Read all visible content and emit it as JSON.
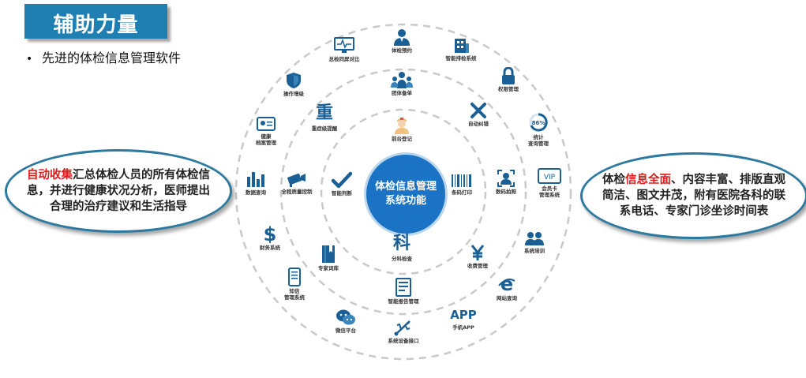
{
  "title": "辅助力量",
  "bullet": "先进的体检信息管理软件",
  "center": {
    "line1": "体检信息管理",
    "line2": "系统功能"
  },
  "left_callout": {
    "highlight": "自动收集",
    "rest": "汇总体检人员的所有体检信息，并进行健康状况分析，医师提出合理的治疗建议和生活指导"
  },
  "right_callout": {
    "prefix": "体检",
    "highlight": "信息全面",
    "rest": "、内容丰富、排版直观简洁、图文并茂，附有医院各科的联系电话、专家门诊坐诊时间表"
  },
  "outer_ring": [
    {
      "label": "体检预约",
      "icon": "doctor-icon"
    },
    {
      "label": "智能排检系统",
      "icon": "building-icon"
    },
    {
      "label": "权限管理",
      "icon": "lock-icon"
    },
    {
      "label": "统计\n查询管理",
      "icon": "percent-gauge-icon",
      "gauge_text": "86%"
    },
    {
      "label": "会员卡\n管理系统",
      "icon": "vip-card-icon",
      "card_text": "VIP"
    },
    {
      "label": "系统培训",
      "icon": "people-icon"
    },
    {
      "label": "网站查询",
      "icon": "browser-e-icon"
    },
    {
      "label": "手机APP",
      "icon": "app-text-icon",
      "glyph": "APP"
    },
    {
      "label": "系统设备接口",
      "icon": "usb-icon"
    },
    {
      "label": "微信平台",
      "icon": "wechat-icon"
    },
    {
      "label": "知信\n管理系统",
      "icon": "phone-icon"
    },
    {
      "label": "财务系统",
      "icon": "dollar-icon"
    },
    {
      "label": "数据查询",
      "icon": "bar-chart-icon"
    },
    {
      "label": "健康\n档案管理",
      "icon": "id-card-icon"
    },
    {
      "label": "操作增级",
      "icon": "shield-icon"
    },
    {
      "label": "总检同屏对比",
      "icon": "monitor-pulse-icon"
    }
  ],
  "middle_ring": [
    {
      "label": "团体备单",
      "icon": "group-icon"
    },
    {
      "label": "自动纠错",
      "icon": "x-mark-icon"
    },
    {
      "label": "数码拍照",
      "icon": "portrait-icon"
    },
    {
      "label": "收费管理",
      "icon": "yen-icon"
    },
    {
      "label": "智能报告管理",
      "icon": "report-icon"
    },
    {
      "label": "专家词库",
      "icon": "book-icon"
    },
    {
      "label": "全程质量控制",
      "icon": "camera-icon"
    },
    {
      "label": "重症级提醒",
      "icon": "zhong-glyph-icon",
      "glyph": "重"
    }
  ],
  "inner_ring": [
    {
      "label": "前台登记",
      "icon": "nurse-icon"
    },
    {
      "label": "条码打印",
      "icon": "barcode-icon"
    },
    {
      "label": "分科检查",
      "icon": "ke-glyph-icon",
      "glyph": "科"
    },
    {
      "label": "智能判断",
      "icon": "check-icon"
    }
  ],
  "colors": {
    "title_bg": "#1f7fb3",
    "icon_blue": "#1a5f95",
    "center_blue": "#1a73c4",
    "highlight_red": "#e01b1b",
    "ring_dash": "#c9c9c9"
  }
}
